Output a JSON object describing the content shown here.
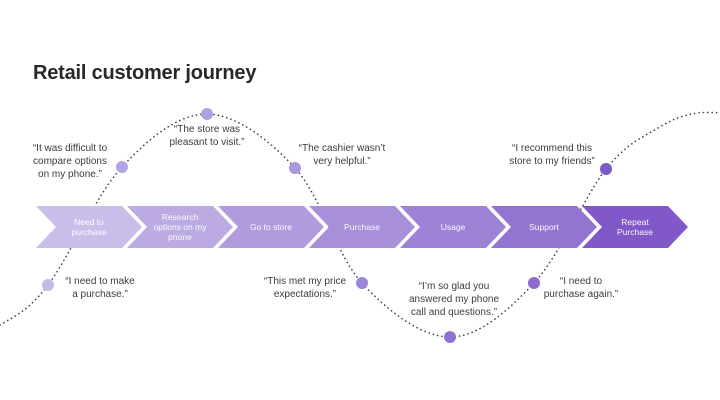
{
  "title": "Retail customer journey",
  "palette": {
    "curve": "#3f3f3f",
    "chevron_text": "#ffffff"
  },
  "stages": [
    {
      "label": "Need to\npurchase",
      "color": "#c9bee9"
    },
    {
      "label": "Research\noptions on my\nphone",
      "color": "#bcabe3"
    },
    {
      "label": "Go to store",
      "color": "#b09cdd"
    },
    {
      "label": "Purchase",
      "color": "#a78fd9"
    },
    {
      "label": "Usage",
      "color": "#9d82d5"
    },
    {
      "label": "Support",
      "color": "#9374d0"
    },
    {
      "label": "Repeat\nPurchase",
      "color": "#8058c8"
    }
  ],
  "touchpoints": [
    {
      "quote": "“I need to make\na purchase.”",
      "position": "below",
      "dot_color": "#c6bae9"
    },
    {
      "quote": "“It was difficult to\ncompare options\non my phone.”",
      "position": "above",
      "dot_color": "#b4a3e2"
    },
    {
      "quote": "“The store was\npleasant to visit.”",
      "position": "above",
      "dot_color": "#b2a1e2"
    },
    {
      "quote": "“The cashier wasn’t\nvery helpful.”",
      "position": "above",
      "dot_color": "#ab97de"
    },
    {
      "quote": "“This met my price\nexpectations.”",
      "position": "below",
      "dot_color": "#9d85d8"
    },
    {
      "quote": "“I’m so glad you\nanswered my phone\ncall and questions.”",
      "position": "below",
      "dot_color": "#8f73d1"
    },
    {
      "quote": "“I need to\npurchase again.”",
      "position": "below",
      "dot_color": "#8a6cd0"
    },
    {
      "quote": "“I recommend this\nstore to my friends”",
      "position": "above",
      "dot_color": "#7d5ac6"
    }
  ]
}
